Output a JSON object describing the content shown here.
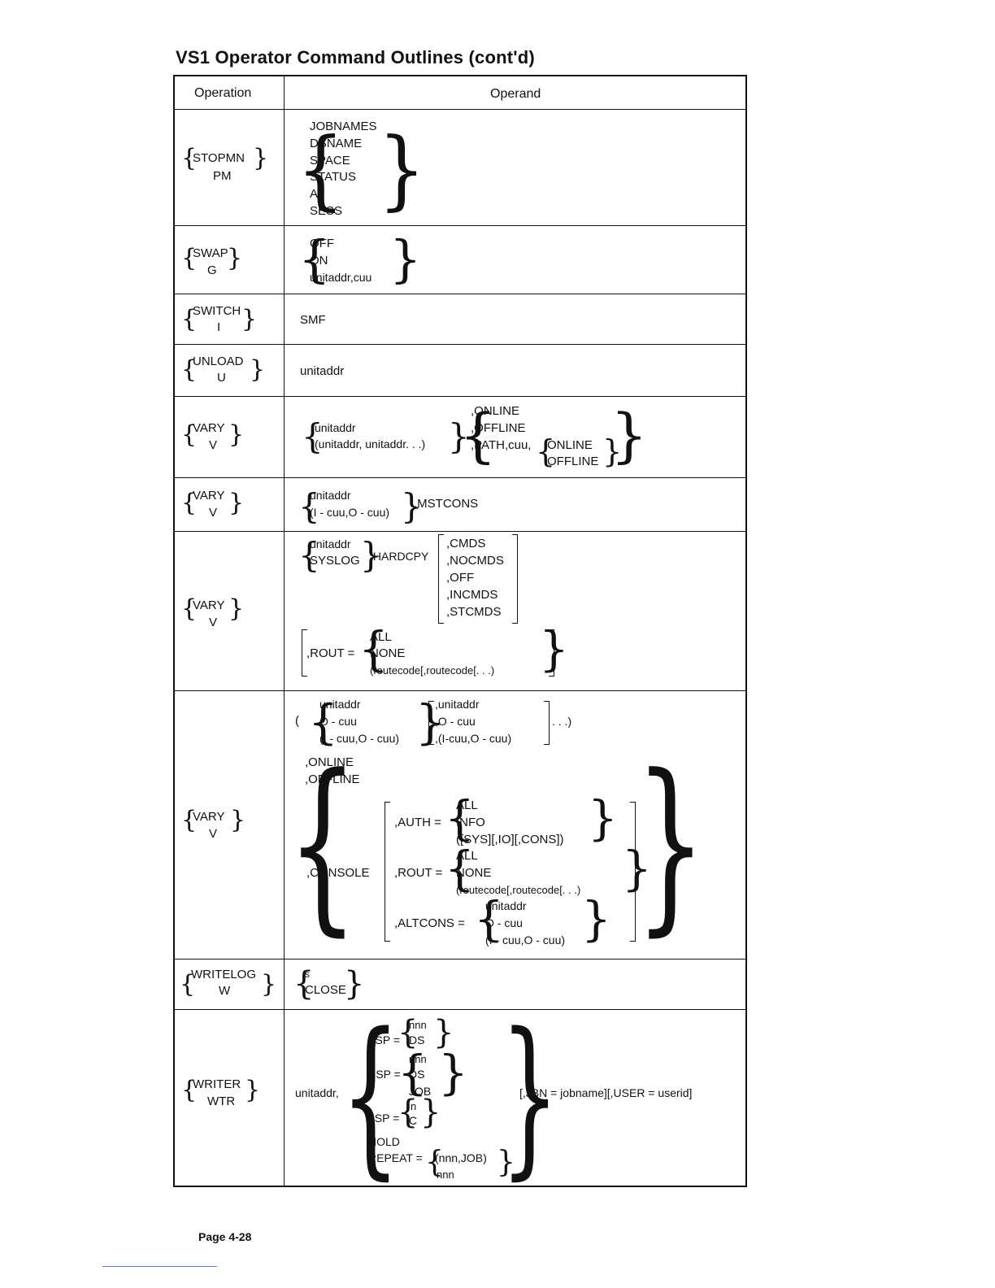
{
  "title": "VS1 Operator Command Outlines (cont'd)",
  "header": {
    "operation": "Operation",
    "operand": "Operand"
  },
  "rows": {
    "stopmn": {
      "op1": "STOPMN",
      "op2": "PM",
      "operands": [
        "JOBNAMES",
        "DSNAME",
        "SPACE",
        "STATUS",
        "A",
        "SESS"
      ]
    },
    "swap": {
      "op1": "SWAP",
      "op2": "G",
      "operands": [
        "OFF",
        "ON",
        "unitaddr,cuu"
      ]
    },
    "switch": {
      "op1": "SWITCH",
      "op2": "I",
      "operand": "SMF"
    },
    "unload": {
      "op1": "UNLOAD",
      "op2": "U",
      "operand": "unitaddr"
    },
    "vary1": {
      "op1": "VARY",
      "op2": "V",
      "left": [
        "unitaddr",
        "(unitaddr, unitaddr. . .)"
      ],
      "right": [
        ",ONLINE",
        ",OFFLINE",
        ",PATH,cuu,"
      ],
      "path": [
        "ONLINE",
        "OFFLINE"
      ]
    },
    "vary2": {
      "op1": "VARY",
      "op2": "V",
      "left": [
        "unitaddr",
        "(I - cuu,O - cuu)"
      ],
      "suffix": ",MSTCONS"
    },
    "vary3": {
      "op1": "VARY",
      "op2": "V",
      "left": [
        "unitaddr",
        "SYSLOG"
      ],
      "hardcpy": ",HARDCPY",
      "opts": [
        ",CMDS",
        ",NOCMDS",
        ",OFF",
        ",INCMDS",
        ",STCMDS"
      ],
      "rout_label": ",ROUT =",
      "rout": [
        "ALL",
        "NONE",
        "(routecode[,routecode[. . .)"
      ]
    },
    "vary4": {
      "op1": "VARY",
      "op2": "V",
      "paren_open": "(",
      "paren_close": ". . .)",
      "left": [
        "unitaddr",
        "O - cuu",
        "(I - cuu,O - cuu)"
      ],
      "right": [
        ",unitaddr",
        ",O - cuu",
        ",(I-cuu,O - cuu)"
      ],
      "state": [
        ",ONLINE",
        ",OFFLINE"
      ],
      "console": ",CONSOLE",
      "auth_label": ",AUTH =",
      "auth": [
        "ALL",
        "INFO",
        "([SYS][,IO][,CONS])"
      ],
      "rout_label": ",ROUT =",
      "rout": [
        "ALL",
        "NONE",
        "(routecode[,routecode[. . .)"
      ],
      "altcons_label": ",ALTCONS =",
      "altcons": [
        "unitaddr",
        "O - cuu",
        "(I - cuu,O - cuu)"
      ]
    },
    "writelog": {
      "op1": "WRITELOG",
      "op2": "W",
      "operands": [
        "s",
        "CLOSE"
      ]
    },
    "writer": {
      "op1": "WRITER",
      "op2": "WTR",
      "prefix": "unitaddr,",
      "fsp_label": "FSP =",
      "fsp": [
        "nnn",
        "DS"
      ],
      "bsp_label": "BSP =",
      "bsp": [
        "nnn",
        "DS",
        "JOB"
      ],
      "lsp_label": "LSP =",
      "lsp": [
        "n",
        "C"
      ],
      "hold": "HOLD",
      "repeat_label": "REPEAT =",
      "repeat": [
        "(nnn,JOB)",
        "nnn"
      ],
      "suffix": "[,JBN = jobname][,USER = userid]"
    }
  },
  "footer": "Page 4-28"
}
